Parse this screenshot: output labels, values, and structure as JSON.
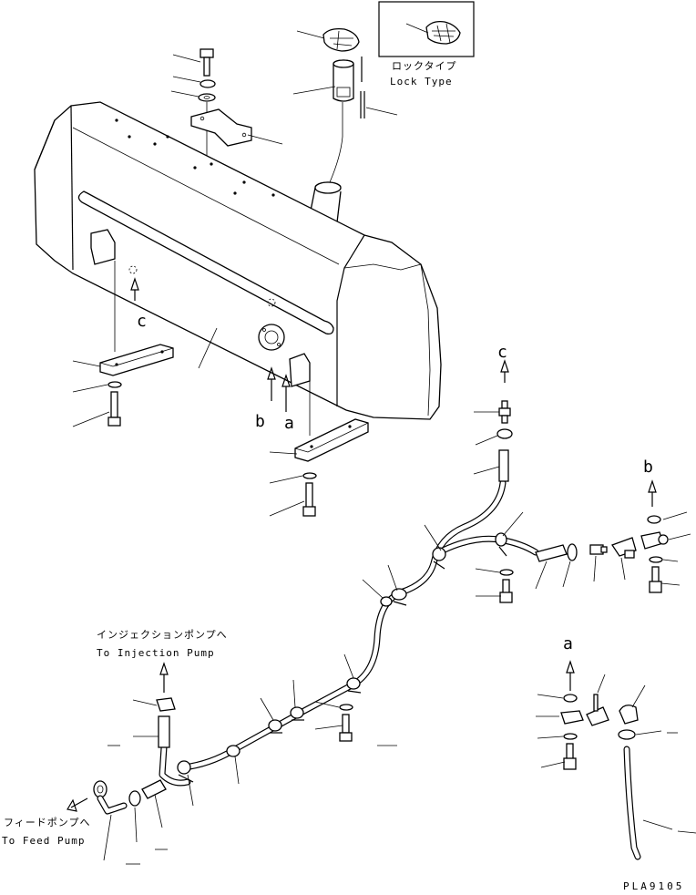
{
  "callouts": {
    "lock_type_jp": "ロックタイプ",
    "lock_type_en": "Lock Type",
    "to_injection_jp": "インジェクションポンプへ",
    "to_injection_en": "To Injection Pump",
    "to_feed_jp": "フィードポンプへ",
    "to_feed_en": "To Feed Pump"
  },
  "letters": {
    "a": "a",
    "b": "b",
    "c": "c"
  },
  "drawing_code": "PLA9105",
  "icons": {
    "arrow": "arrow-up-icon"
  }
}
